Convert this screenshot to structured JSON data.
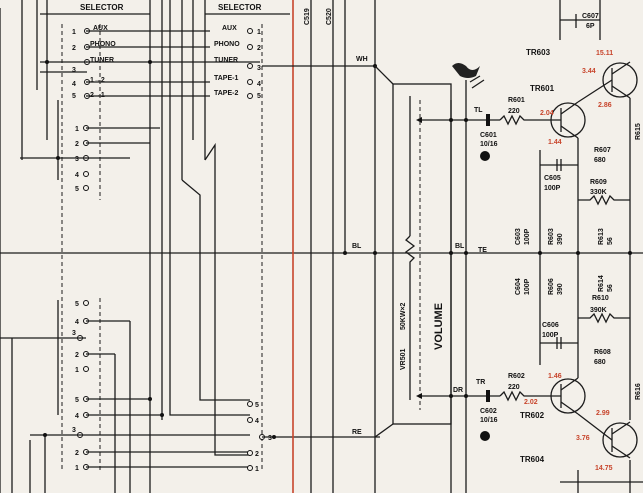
{
  "selector_left": {
    "title": "SELECTOR",
    "inputs": [
      "AUX",
      "PHONO",
      "TUNER",
      "1→2",
      "2→1"
    ],
    "pins_top": [
      "1",
      "2",
      "3",
      "4",
      "5"
    ],
    "pins_mid": [
      "1",
      "2",
      "3",
      "4",
      "5"
    ],
    "pins_low": [
      "5",
      "4",
      "3",
      "2",
      "1"
    ],
    "pins_bottom": [
      "5",
      "4",
      "3",
      "2",
      "1"
    ]
  },
  "selector_right": {
    "title": "SELECTOR",
    "inputs": [
      "AUX",
      "PHONO",
      "TUNER",
      "TAPE-1",
      "TAPE-2"
    ],
    "pins": [
      "1",
      "2",
      "3",
      "4",
      "5"
    ],
    "pins_low": [
      "5",
      "4",
      "3",
      "2",
      "1"
    ]
  },
  "capacitors_top": [
    "C519",
    "C520"
  ],
  "nets": {
    "wh": "WH",
    "bl": "BL",
    "re": "RE",
    "bl2": "BL",
    "te": "TE",
    "tl": "TL",
    "dr": "DR",
    "tr": "TR"
  },
  "volume": {
    "ref": "VR501",
    "value": "50KW×2",
    "label": "VOLUME"
  },
  "components": {
    "r601": "R601",
    "r601_val": "220",
    "c601": "C601",
    "c601_val": "10/16",
    "r602": "R602",
    "r602_val": "220",
    "c602": "C602",
    "c602_val": "10/16",
    "c607": "C607",
    "c607_val": "6P",
    "c605": "C605",
    "c605_val": "100P",
    "r607": "R607",
    "r607_val": "680",
    "r609": "R609",
    "r609_val": "330K",
    "c603": "C603",
    "c603_val": "100P",
    "r603": "R603",
    "r603_val": "390",
    "r613": "R613",
    "r613_val": "56",
    "c604": "C604",
    "c604_val": "100P",
    "r606": "R606",
    "r606_val": "390",
    "r614": "R614",
    "r614_val": "56",
    "r610": "R610",
    "r610_val": "390K",
    "c606": "C606",
    "c606_val": "100P",
    "r608": "R608",
    "r608_val": "680",
    "r615": "R615",
    "r616": "R616"
  },
  "transistors": {
    "tr601": "TR601",
    "tr602": "TR602",
    "tr603": "TR603",
    "tr604": "TR604"
  },
  "voltages": {
    "v_tr601_b": "2.04",
    "v_tr601_e": "1.44",
    "v_tr603_b": "3.44",
    "v_tr603_top": "15.11",
    "v_tr603_e": "2.86",
    "v_tr602_b": "2.02",
    "v_tr602_e": "1.46",
    "v_tr604_b": "3.76",
    "v_tr604_top": "2.99",
    "v_tr604_e": "14.75"
  }
}
